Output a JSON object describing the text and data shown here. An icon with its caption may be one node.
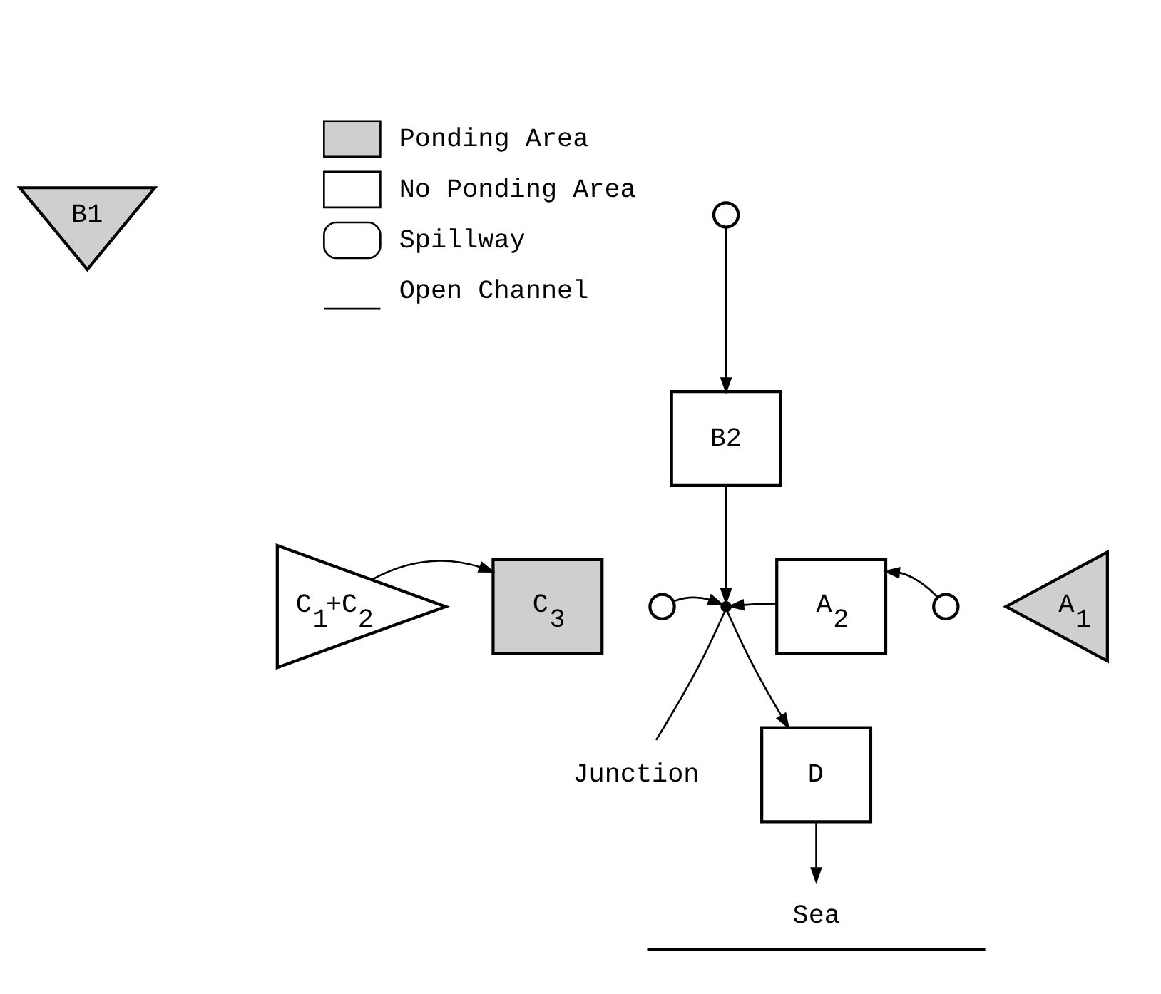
{
  "diagram": {
    "nodes": [
      {
        "text": [
          "B1"
        ]
      },
      {
        "text": [],
        "shape": "circle"
      },
      {
        "text": [
          "B2"
        ]
      },
      {
        "text": [
          "C$_{1}$+C$_{2}$"
        ]
      },
      {
        "text": [
          "C$_{3}$"
        ]
      },
      {
        "text": [],
        "shape": "circle"
      },
      {
        "text": [],
        "shape": "point"
      },
      {
        "text": [
          "A$_{2}$"
        ]
      },
      {
        "text": [],
        "shape": "circle"
      },
      {
        "text": [
          "A$_{1}$"
        ]
      },
      {
        "text": [
          "Junction"
        ]
      },
      {
        "text": [
          "D"
        ]
      },
      {
        "text": [
          "Sea"
        ]
      }
    ],
    "edges": [
      {
        "from": 1,
        "to": 2,
        "arrow": "to"
      },
      {
        "from": 3,
        "to": 4,
        "arrow": "to"
      },
      {
        "from": 5,
        "to": 6,
        "arrow": "to"
      },
      {
        "from": 2,
        "to": 6,
        "arrow": "to"
      },
      {
        "from": 7,
        "to": 6,
        "arrow": "to"
      },
      {
        "from": 8,
        "to": 7,
        "arrow": "to"
      },
      {
        "from": 10,
        "to": 6,
        "arrow": "none"
      },
      {
        "from": 6,
        "to": 11,
        "arrow": "to"
      },
      {
        "from": 11,
        "to": 12,
        "arrow": "to"
      }
    ],
    "legend": [
      {
        "text": "Ponding Area"
      },
      {
        "text": "No Ponding Area"
      },
      {
        "text": "Spillway"
      },
      {
        "text": "Open Channel"
      }
    ]
  }
}
